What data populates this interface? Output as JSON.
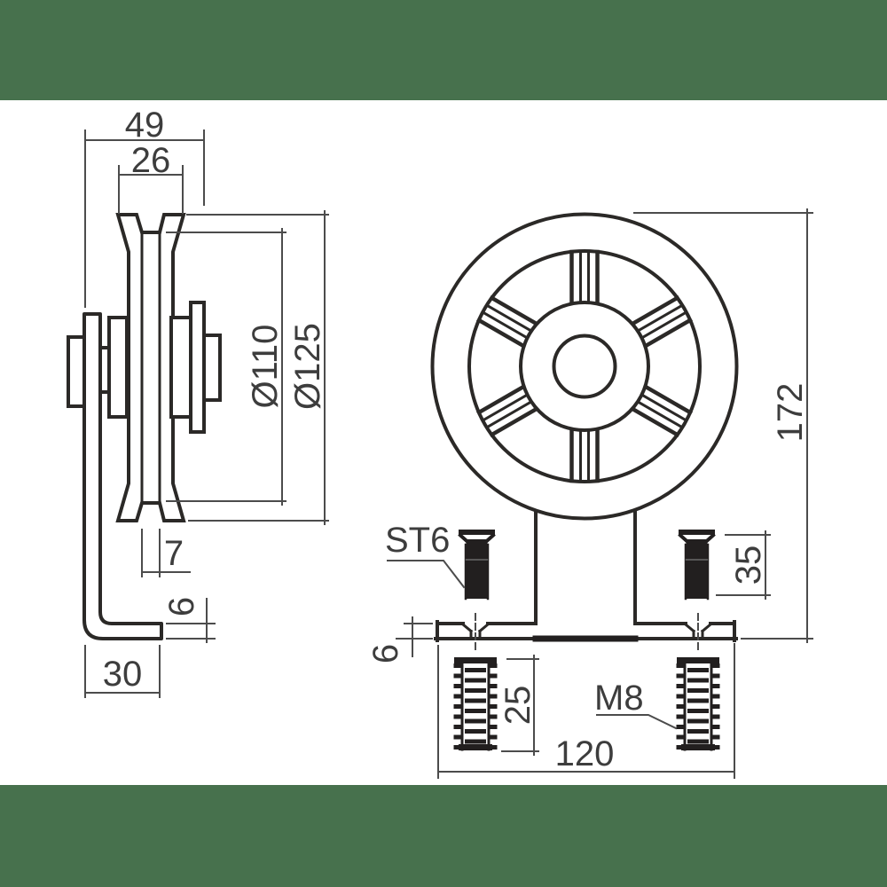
{
  "colors": {
    "band_green": "#47714D",
    "part_line": "#2b2927",
    "dim_line": "#4c4c4c",
    "text": "#3d3d3d",
    "fill_black": "#221f1f",
    "background": "#ffffff"
  },
  "side_view": {
    "dim_total_width": "49",
    "dim_rim_width": "26",
    "dim_inner_diameter": "Ø110",
    "dim_outer_diameter": "Ø125",
    "dim_groove_width": "7",
    "dim_bracket_thickness": "6",
    "dim_leg_length": "30"
  },
  "front_view": {
    "screw_label": "ST6",
    "dim_screw_length": "35",
    "dim_total_height": "172",
    "dim_plate_thickness": "6",
    "dim_anchor_length": "25",
    "anchor_label": "M8",
    "dim_plate_width": "120"
  }
}
